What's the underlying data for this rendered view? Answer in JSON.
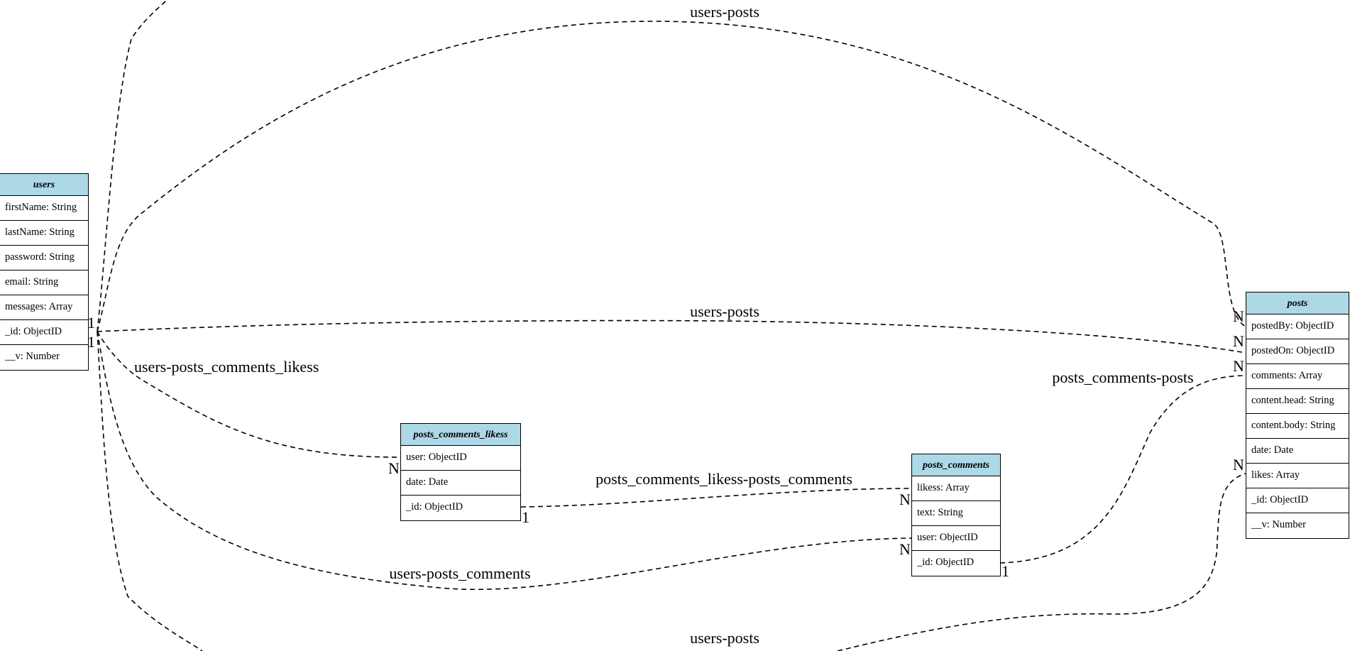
{
  "tables": {
    "users": {
      "title": "users",
      "fields": [
        "firstName: String",
        "lastName: String",
        "password: String",
        "email: String",
        "messages: Array",
        "_id: ObjectID",
        "__v: Number"
      ]
    },
    "posts": {
      "title": "posts",
      "fields": [
        "postedBy: ObjectID",
        "postedOn: ObjectID",
        "comments: Array",
        "content.head: String",
        "content.body: String",
        "date: Date",
        "likes: Array",
        "_id: ObjectID",
        "__v: Number"
      ]
    },
    "posts_comments_likess": {
      "title": "posts_comments_likess",
      "fields": [
        "user: ObjectID",
        "date: Date",
        "_id: ObjectID"
      ]
    },
    "posts_comments": {
      "title": "posts_comments",
      "fields": [
        "likess: Array",
        "text: String",
        "user: ObjectID",
        "_id: ObjectID"
      ]
    }
  },
  "relations": [
    {
      "label": "users-posts",
      "from_card": "1",
      "to_card": "N"
    },
    {
      "label": "users-posts",
      "from_card": "1",
      "to_card": "N"
    },
    {
      "label": "users-posts",
      "from_card": "1",
      "to_card": "N"
    },
    {
      "label": "users-posts_comments_likess",
      "from_card": "1",
      "to_card": "N"
    },
    {
      "label": "users-posts_comments",
      "from_card": "1",
      "to_card": "N"
    },
    {
      "label": "posts_comments_likess-posts_comments",
      "from_card": "1",
      "to_card": "N"
    },
    {
      "label": "posts_comments-posts",
      "from_card": "1",
      "to_card": "N"
    }
  ]
}
